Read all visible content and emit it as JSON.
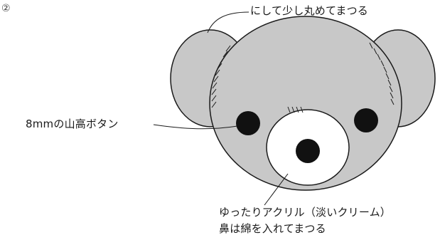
{
  "diagram": {
    "corner_mark": "②",
    "annotations": {
      "ear": "にして少し丸めてまつる",
      "eye": "8mmの山高ボタン",
      "muzzle_line1": "ゆったりアクリル（淡いクリーム）",
      "muzzle_line2": "鼻は綿を入れてまつる"
    },
    "colors": {
      "head_fill": "#c8c8c8",
      "ear_fill": "#c8c8c8",
      "muzzle_fill": "#ffffff",
      "outline": "#1a1a1a",
      "eye_fill": "#111111"
    }
  }
}
